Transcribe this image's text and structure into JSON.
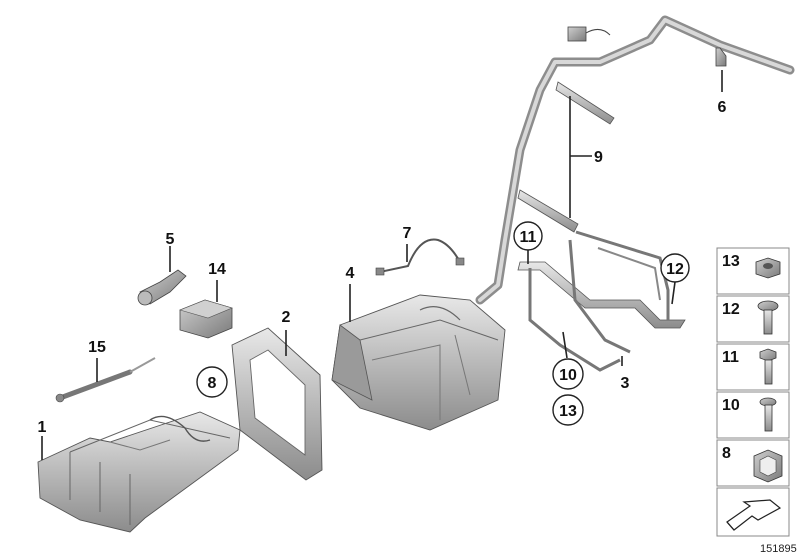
{
  "diagram": {
    "reference_number": "151895",
    "callouts": [
      {
        "id": "c1",
        "label": "1",
        "circled": false
      },
      {
        "id": "c2",
        "label": "2",
        "circled": false
      },
      {
        "id": "c3",
        "label": "3",
        "circled": false
      },
      {
        "id": "c4",
        "label": "4",
        "circled": false
      },
      {
        "id": "c5",
        "label": "5",
        "circled": false
      },
      {
        "id": "c6",
        "label": "6",
        "circled": false
      },
      {
        "id": "c7",
        "label": "7",
        "circled": false
      },
      {
        "id": "c8",
        "label": "8",
        "circled": true
      },
      {
        "id": "c9",
        "label": "9",
        "circled": false
      },
      {
        "id": "c10",
        "label": "10",
        "circled": true
      },
      {
        "id": "c11",
        "label": "11",
        "circled": true
      },
      {
        "id": "c12",
        "label": "12",
        "circled": true
      },
      {
        "id": "c13",
        "label": "13",
        "circled": true
      },
      {
        "id": "c14",
        "label": "14",
        "circled": false
      },
      {
        "id": "c15",
        "label": "15",
        "circled": false
      }
    ],
    "fastener_legend": [
      {
        "label": "13",
        "icon": "nut-icon"
      },
      {
        "label": "12",
        "icon": "round-head-screw-icon"
      },
      {
        "label": "11",
        "icon": "hex-screw-icon"
      },
      {
        "label": "10",
        "icon": "torx-screw-icon"
      },
      {
        "label": "8",
        "icon": "clip-nut-icon"
      }
    ],
    "direction_icon": "arrow-direction-icon"
  }
}
